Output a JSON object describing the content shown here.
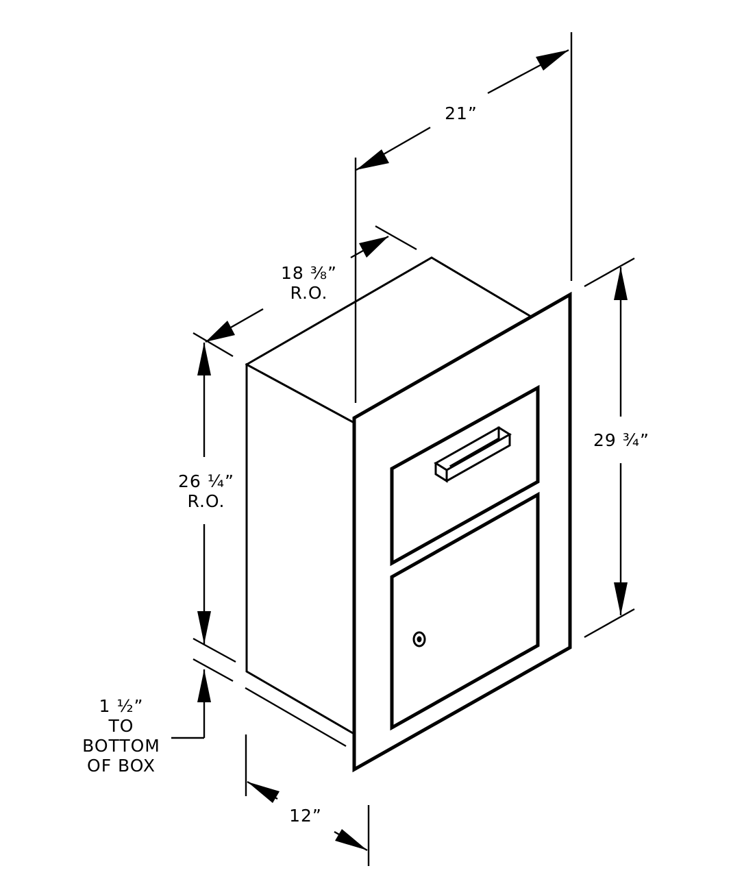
{
  "dimensions": {
    "overall_width": {
      "value": "21”"
    },
    "depth_ro": {
      "value": "18 ⅜”",
      "note": "R.O."
    },
    "overall_height": {
      "value": "29 ¾”"
    },
    "height_ro": {
      "value": "26 ¼”",
      "note": "R.O."
    },
    "bottom_offset": {
      "value": "1 ½”",
      "line1": "TO",
      "line2": "BOTTOM",
      "line3": "OF BOX"
    },
    "box_depth": {
      "value": "12”"
    }
  }
}
